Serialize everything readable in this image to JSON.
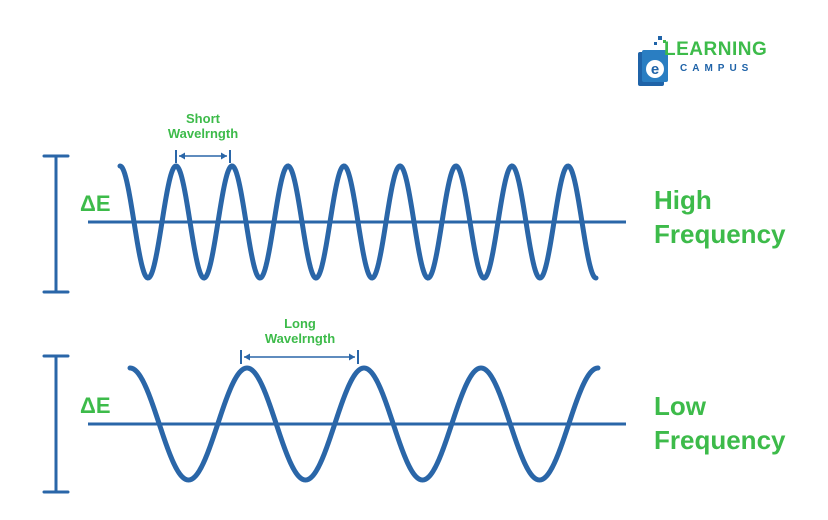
{
  "colors": {
    "wave": "#2a66a8",
    "label": "#3dbb4a",
    "logo_blue": "#1f63a8"
  },
  "logo": {
    "line1": "LEARNING",
    "line2": "CAMPUS",
    "icon": "e-book-icon"
  },
  "high": {
    "energy_label": "ΔE",
    "frequency_label_1": "High",
    "frequency_label_2": "Frequency",
    "wavelength_label_1": "Short",
    "wavelength_label_2": "Wavelrngth",
    "cycles": 8.5
  },
  "low": {
    "energy_label": "ΔE",
    "frequency_label_1": "Low",
    "frequency_label_2": "Frequency",
    "wavelength_label_1": "Long",
    "wavelength_label_2": "Wavelrngth",
    "cycles": 4
  }
}
